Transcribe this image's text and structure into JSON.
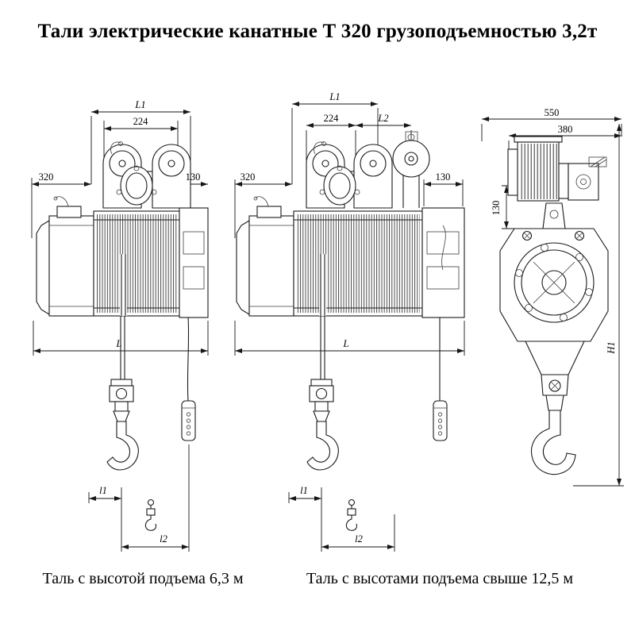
{
  "title": "Тали электрические канатные Т 320 грузоподъемностью 3,2т",
  "drawing": {
    "view_63": {
      "caption": "Таль с высотой подъема 6,3 м",
      "dims": {
        "L1": "L1",
        "d224": "224",
        "d320": "320",
        "d130": "130",
        "L": "L",
        "l1": "l1",
        "l2": "l2"
      }
    },
    "view_125": {
      "caption": "Таль с высотами подъема свыше 12,5 м",
      "dims": {
        "L1": "L1",
        "d224": "224",
        "L2": "L2",
        "d320": "320",
        "d130": "130",
        "L": "L",
        "l1": "l1",
        "l2": "l2"
      }
    },
    "view_side": {
      "dims": {
        "d550": "550",
        "d380": "380",
        "d130": "130",
        "H1": "H1"
      }
    }
  },
  "colors": {
    "line": "#1a1a1a",
    "background": "#ffffff",
    "text": "#000000"
  }
}
